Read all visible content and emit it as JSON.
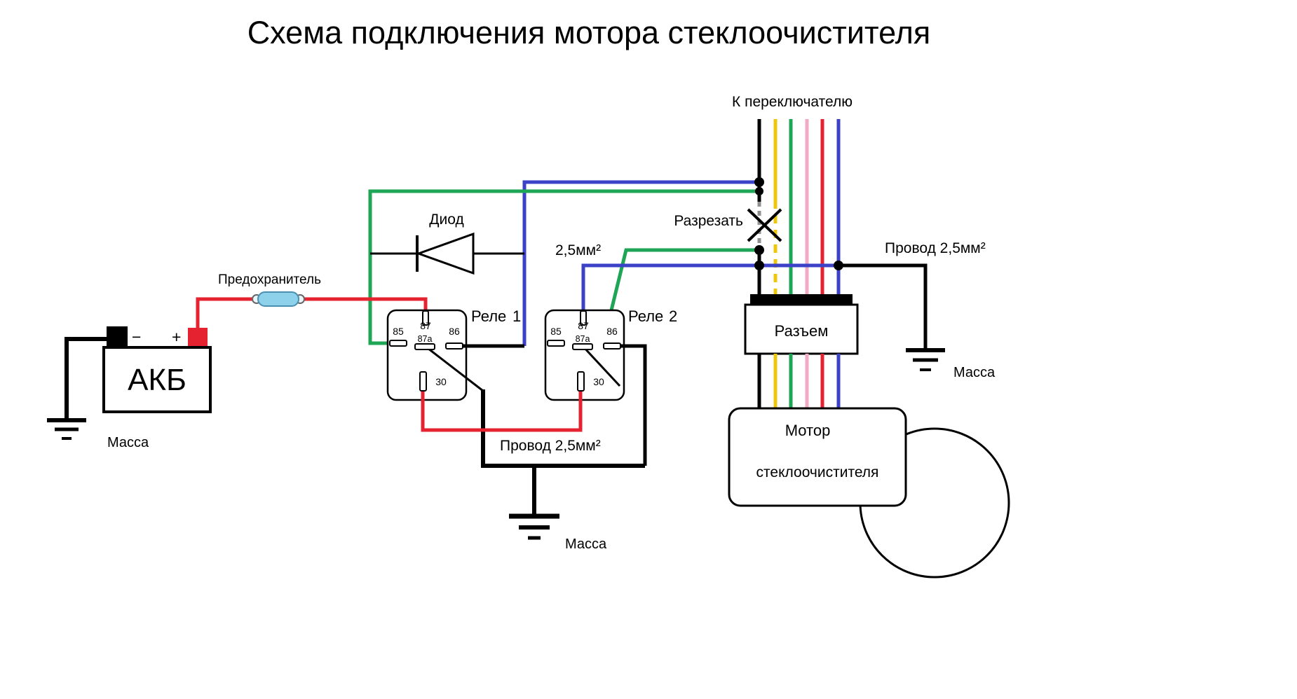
{
  "title": "Схема подключения мотора стеклоочистителя",
  "colors": {
    "black": "#000000",
    "red": "#e52330",
    "green": "#1ea656",
    "blue": "#3b42c8",
    "yellow": "#edc70e",
    "pink": "#f2a9c6",
    "gray_dash": "#8f8f8f",
    "relay_num": "#8b99a5",
    "fuse_fill": "#8ed1ea"
  },
  "labels": {
    "to_switch": "К переключателю",
    "cut": "Разрезать",
    "wire_25": "2,5мм²",
    "wire_right": "Провод 2,5мм²",
    "wire_bottom": "Провод 2,5мм²",
    "diode": "Диод",
    "fuse": "Предохранитель",
    "ground": "Масса",
    "connector": "Разъем",
    "motor_line1": "Мотор",
    "motor_line2": "стеклоочистителя",
    "battery": "АКБ",
    "minus": "−",
    "plus": "+",
    "relay_word": "Реле",
    "relay1_num": "1",
    "relay2_num": "2"
  },
  "relay_pins": {
    "p85": "85",
    "p87": "87",
    "p86": "86",
    "p87a": "87a",
    "p30": "30"
  }
}
